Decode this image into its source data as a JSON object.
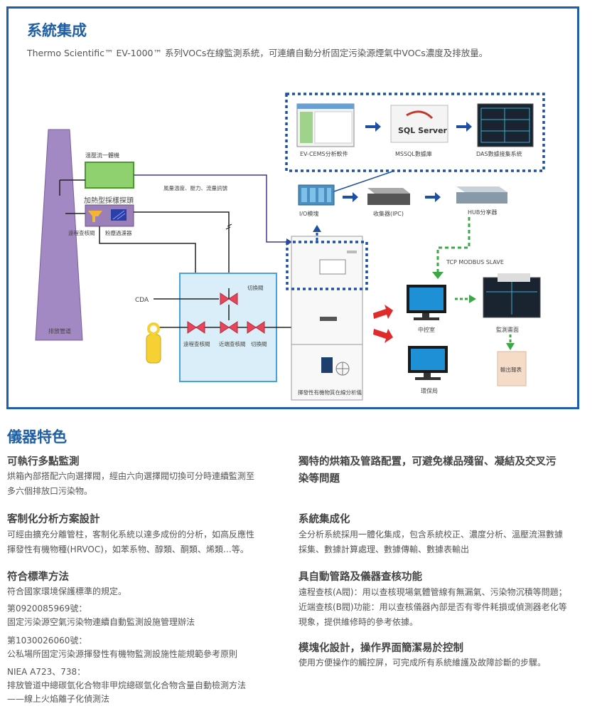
{
  "header": {
    "title": "系統集成",
    "intro": "Thermo Scientific™ EV-1000™ 系列VOCs在線監測系統，可連續自動分析固定污染源煙氣中VOCs濃度及排放量。"
  },
  "diagram": {
    "top_row": {
      "software": "EV-CEMS分析軟件",
      "sql_logo": "SQL Server",
      "db": "MSSQL數據庫",
      "das": "DAS數據接集系統"
    },
    "mid_row": {
      "io": "I/O模塊",
      "ipc": "收集器(IPC)",
      "hub": "HUB分享器",
      "tcp": "TCP MODBUS SLAVE"
    },
    "stack_label": "排放管道",
    "probe_top": "溫壓流一體機",
    "probe": "加熱型採樣探頭",
    "signals": "風量溫度、壓力、流量訊號",
    "remote_valve": "遠程查核閥",
    "filter": "粉塵過濾器",
    "cda": "CDA",
    "switch_top": "切換閥",
    "valve_remote": "遠程查核閥",
    "valve_near": "近端查核閥",
    "valve_switch": "切換閥",
    "analyzer": "揮發性有機物質在線分析儀",
    "control_room": "中控室",
    "epa": "環保局",
    "monitor_screen": "監測畫面",
    "report": "輸出報表"
  },
  "features_heading": "儀器特色",
  "features_left": [
    {
      "title": "可執行多點監測",
      "lines": [
        "烘箱內部搭配六向選擇閥，經由六向選擇閥切換可分時連續監測至",
        "多六個排放口污染物。"
      ]
    },
    {
      "title": "客制化分析方案設計",
      "lines": [
        "可經由擴充分離管柱，客制化系統以達多成份的分析，如高反應性",
        "揮發性有機物種(HRVOC)，如苯系物、醇類、酮類、烯類…等。"
      ]
    },
    {
      "title": "符合標準方法",
      "lines": [
        "符合國家環境保護標準的規定。"
      ],
      "refs": [
        {
          "no": "第0920085969號：",
          "text": "固定污染源空氣污染物連續自動監測設施管理辦法"
        },
        {
          "no": "第1030026060號：",
          "text": "公私場所固定污染源揮發性有機物監測設施性能規範參考原則"
        },
        {
          "no": "NIEA A723、738：",
          "text": "排放管道中總碳氫化合物非甲烷總碳氫化合物含量自動檢測方法",
          "text2": "——線上火焰離子化偵測法"
        }
      ]
    }
  ],
  "features_right": [
    {
      "title": "獨特的烘箱及管路配置，可避免樣品殘留、凝結及交叉污",
      "title2": "染等問題",
      "lines": []
    },
    {
      "title": "系統集成化",
      "lines": [
        "全分析系統採用一體化集成，包含系統校正、濃度分析、溫壓流濕數據",
        "採集、數據計算處理、數據傳輸、數據表輸出"
      ]
    },
    {
      "title": "具自動管路及儀器查核功能",
      "lines": [
        "遠程查核(A閥)：用以查核現場氣體管線有無漏氣、污染物沉積等問題；",
        "近端查核(B閥)功能：用以查核儀器內部是否有零件耗損或偵測器老化等",
        "現象，提供維修時的參考依據。"
      ]
    },
    {
      "title": "模塊化設計，操作界面簡潔易於控制",
      "lines": [
        "使用方便操作的觸控屏，可完成所有系統維護及故障診斷的步驟。"
      ]
    }
  ],
  "colors": {
    "brand_blue": "#1f5fa6",
    "stack_purple": "#9b7fb8",
    "probe_green": "#8fd16f",
    "valve_red": "#e8455a",
    "cabinet_blue": "#d9eef8",
    "arrow_red": "#e02b2b",
    "dotted_blue": "#1d4fa3",
    "dotted_green": "#3aa845"
  }
}
